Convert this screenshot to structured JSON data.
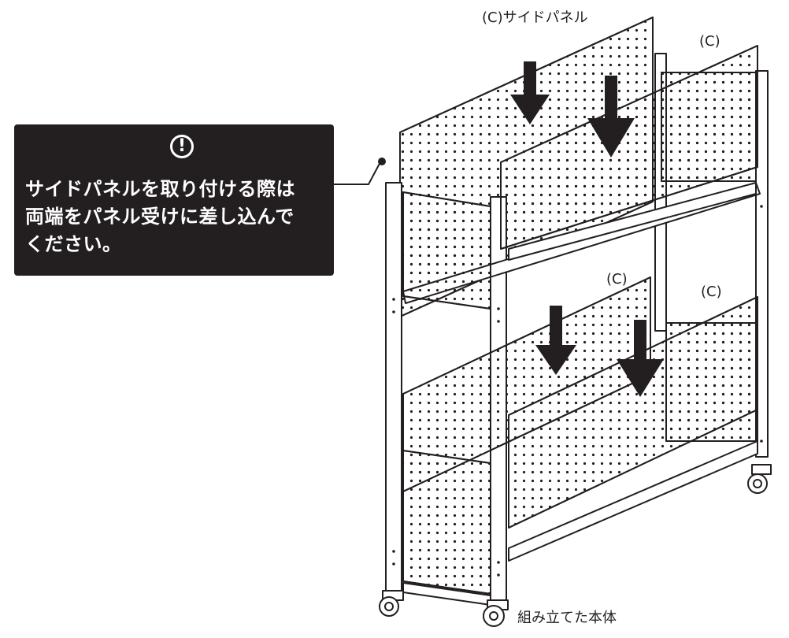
{
  "note": {
    "icon": "exclamation-circle-icon",
    "icon_glyph": "!",
    "lines": [
      "サイドパネルを取り付ける際は",
      "両端をパネル受けに差し込んで",
      "ください。"
    ]
  },
  "labels": {
    "side_panel_top": "(C)サイドパネル",
    "c_upper_right": "(C)",
    "c_lower_mid": "(C)",
    "c_lower_right": "(C)",
    "assembled_body": "組み立てた本体"
  },
  "colors": {
    "ink": "#231f20",
    "note_bg": "#231f20",
    "note_text": "#ffffff",
    "background": "#ffffff"
  }
}
